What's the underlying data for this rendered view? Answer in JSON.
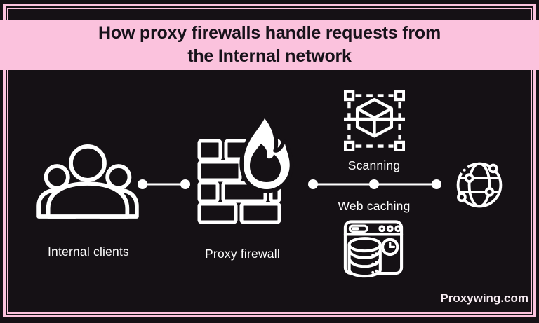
{
  "colors": {
    "pink": "#fbc2dd",
    "background": "#151115",
    "icon_stroke": "#ffffff",
    "title_ink": "#17121a"
  },
  "header": {
    "title_line1": "How proxy firewalls handle requests from",
    "title_line2": "the Internal network"
  },
  "diagram": {
    "nodes": [
      {
        "id": "internal-clients",
        "label": "Internal clients",
        "icon": "users-group-icon"
      },
      {
        "id": "proxy-firewall",
        "label": "Proxy firewall",
        "icon": "firewall-flame-icon"
      },
      {
        "id": "scanning",
        "label": "Scanning",
        "icon": "scan-cube-icon"
      },
      {
        "id": "web-caching",
        "label": "Web caching",
        "icon": "browser-cache-icon"
      },
      {
        "id": "internet",
        "label": "",
        "icon": "globe-network-icon"
      }
    ],
    "connectors": [
      {
        "from": "internal-clients",
        "to": "proxy-firewall",
        "dots": 2
      },
      {
        "from": "proxy-firewall",
        "to": "internet",
        "dots": 3
      }
    ]
  },
  "footer": {
    "brand": "Proxywing.com"
  }
}
